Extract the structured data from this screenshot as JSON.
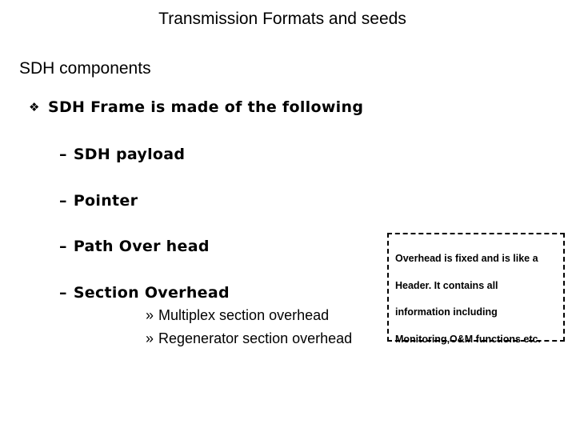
{
  "slide": {
    "title": "Transmission Formats and seeds",
    "subtitle": "SDH components",
    "bullet": {
      "marker": "v",
      "text": "SDH Frame is made of the following"
    },
    "items": [
      {
        "dash": "–",
        "text": "SDH payload"
      },
      {
        "dash": "–",
        "text": "Pointer"
      },
      {
        "dash": "–",
        "text": "Path Over head"
      },
      {
        "dash": "–",
        "text": "Section Overhead"
      }
    ],
    "subitems": [
      {
        "marker": "»",
        "text": "Multiplex section overhead"
      },
      {
        "marker": "»",
        "text": "Regenerator section overhead"
      }
    ],
    "callout": {
      "lines": [
        "Overhead is fixed and is like a",
        "Header. It contains all",
        "information including",
        "Monitoring,O&M functions etc."
      ]
    }
  }
}
